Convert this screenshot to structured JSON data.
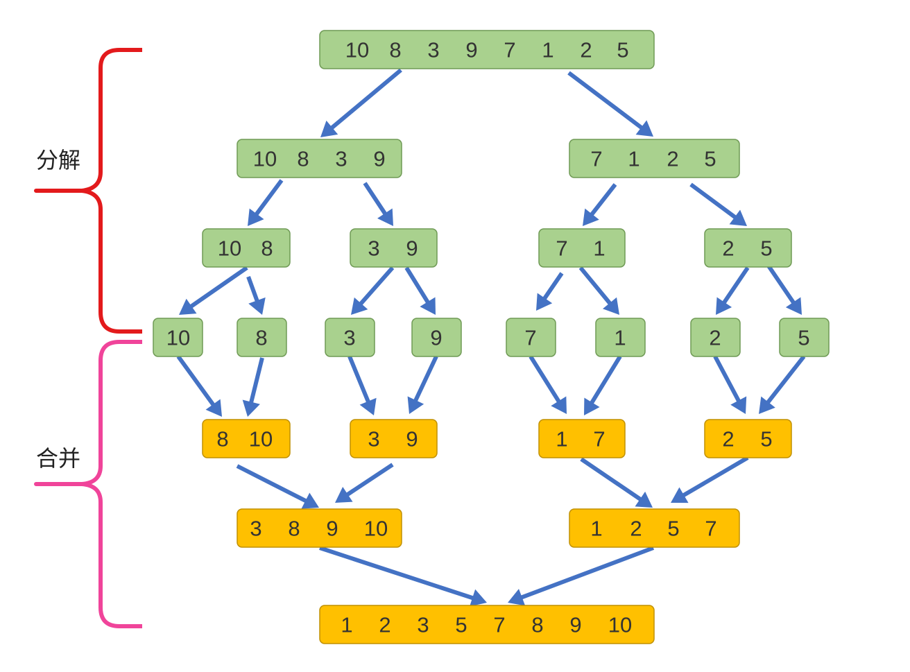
{
  "colors": {
    "split_fill": "#a9d18e",
    "split_stroke": "#6f9a55",
    "merge_fill": "#ffc000",
    "merge_stroke": "#c09000",
    "arrow": "#4472c4",
    "split_brace": "#e31a1c",
    "merge_brace": "#f0449a"
  },
  "phases": {
    "split_label": "分解",
    "merge_label": "合并"
  },
  "nodes": [
    {
      "id": "s0",
      "kind": "split",
      "values": [
        "10",
        "8",
        "3",
        "9",
        "7",
        "1",
        "2",
        "5"
      ]
    },
    {
      "id": "s1a",
      "kind": "split",
      "values": [
        "10",
        "8",
        "3",
        "9"
      ]
    },
    {
      "id": "s1b",
      "kind": "split",
      "values": [
        "7",
        "1",
        "2",
        "5"
      ]
    },
    {
      "id": "s2a",
      "kind": "split",
      "values": [
        "10",
        "8"
      ]
    },
    {
      "id": "s2b",
      "kind": "split",
      "values": [
        "3",
        "9"
      ]
    },
    {
      "id": "s2c",
      "kind": "split",
      "values": [
        "7",
        "1"
      ]
    },
    {
      "id": "s2d",
      "kind": "split",
      "values": [
        "2",
        "5"
      ]
    },
    {
      "id": "s3a",
      "kind": "split",
      "values": [
        "10"
      ]
    },
    {
      "id": "s3b",
      "kind": "split",
      "values": [
        "8"
      ]
    },
    {
      "id": "s3c",
      "kind": "split",
      "values": [
        "3"
      ]
    },
    {
      "id": "s3d",
      "kind": "split",
      "values": [
        "9"
      ]
    },
    {
      "id": "s3e",
      "kind": "split",
      "values": [
        "7"
      ]
    },
    {
      "id": "s3f",
      "kind": "split",
      "values": [
        "1"
      ]
    },
    {
      "id": "s3g",
      "kind": "split",
      "values": [
        "2"
      ]
    },
    {
      "id": "s3h",
      "kind": "split",
      "values": [
        "5"
      ]
    },
    {
      "id": "m1a",
      "kind": "merge",
      "values": [
        "8",
        "10"
      ]
    },
    {
      "id": "m1b",
      "kind": "merge",
      "values": [
        "3",
        "9"
      ]
    },
    {
      "id": "m1c",
      "kind": "merge",
      "values": [
        "1",
        "7"
      ]
    },
    {
      "id": "m1d",
      "kind": "merge",
      "values": [
        "2",
        "5"
      ]
    },
    {
      "id": "m2a",
      "kind": "merge",
      "values": [
        "3",
        "8",
        "9",
        "10"
      ]
    },
    {
      "id": "m2b",
      "kind": "merge",
      "values": [
        "1",
        "2",
        "5",
        "7"
      ]
    },
    {
      "id": "m3",
      "kind": "merge",
      "values": [
        "1",
        "2",
        "3",
        "5",
        "7",
        "8",
        "9",
        "10"
      ]
    }
  ],
  "edges": [
    {
      "from": "s0",
      "to": "s1a"
    },
    {
      "from": "s0",
      "to": "s1b"
    },
    {
      "from": "s1a",
      "to": "s2a"
    },
    {
      "from": "s1a",
      "to": "s2b"
    },
    {
      "from": "s1b",
      "to": "s2c"
    },
    {
      "from": "s1b",
      "to": "s2d"
    },
    {
      "from": "s2a",
      "to": "s3a"
    },
    {
      "from": "s2a",
      "to": "s3b"
    },
    {
      "from": "s2b",
      "to": "s3c"
    },
    {
      "from": "s2b",
      "to": "s3d"
    },
    {
      "from": "s2c",
      "to": "s3e"
    },
    {
      "from": "s2c",
      "to": "s3f"
    },
    {
      "from": "s2d",
      "to": "s3g"
    },
    {
      "from": "s2d",
      "to": "s3h"
    },
    {
      "from": "s3a",
      "to": "m1a"
    },
    {
      "from": "s3b",
      "to": "m1a"
    },
    {
      "from": "s3c",
      "to": "m1b"
    },
    {
      "from": "s3d",
      "to": "m1b"
    },
    {
      "from": "s3e",
      "to": "m1c"
    },
    {
      "from": "s3f",
      "to": "m1c"
    },
    {
      "from": "s3g",
      "to": "m1d"
    },
    {
      "from": "s3h",
      "to": "m1d"
    },
    {
      "from": "m1a",
      "to": "m2a"
    },
    {
      "from": "m1b",
      "to": "m2a"
    },
    {
      "from": "m1c",
      "to": "m2b"
    },
    {
      "from": "m1d",
      "to": "m2b"
    },
    {
      "from": "m2a",
      "to": "m3"
    },
    {
      "from": "m2b",
      "to": "m3"
    }
  ]
}
